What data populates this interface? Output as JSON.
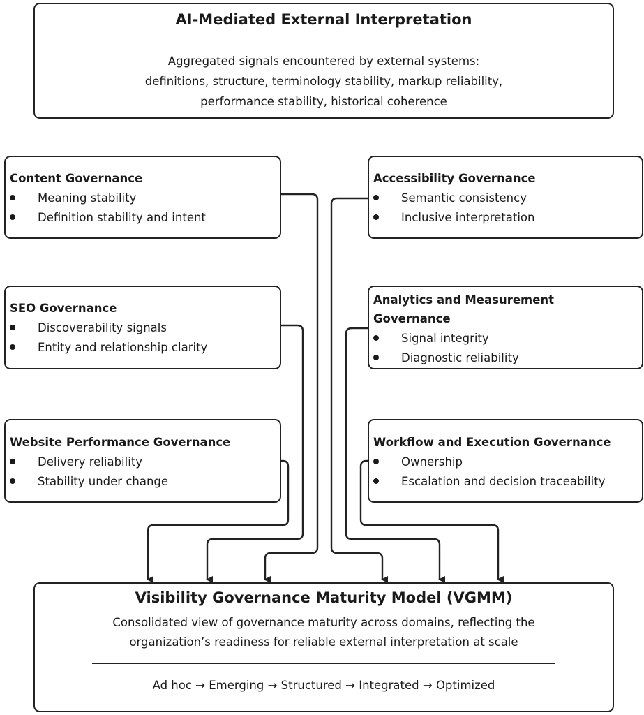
{
  "top": {
    "title": "AI-Mediated External Interpretation",
    "line1": "Aggregated signals encountered by external systems:",
    "line2": "definitions, structure, terminology stability, markup reliability,",
    "line3": "performance stability, historical coherence"
  },
  "left": [
    {
      "title": "Content Governance",
      "items": [
        "Meaning stability",
        "Definition stability and intent"
      ]
    },
    {
      "title": "SEO Governance",
      "items": [
        "Discoverability signals",
        "Entity and relationship clarity"
      ]
    },
    {
      "title": "Website Performance Governance",
      "items": [
        "Delivery reliability",
        "Stability under change"
      ]
    }
  ],
  "right": [
    {
      "title": "Accessibility Governance",
      "items": [
        "Semantic consistency",
        "Inclusive interpretation"
      ]
    },
    {
      "title_line1": "Analytics and Measurement",
      "title_line2": "Governance",
      "items": [
        "Signal integrity",
        "Diagnostic reliability"
      ]
    },
    {
      "title": "Workflow and Execution Governance",
      "items": [
        "Ownership",
        "Escalation and decision traceability"
      ]
    }
  ],
  "bottom": {
    "title": "Visibility Governance Maturity Model (VGMM)",
    "line1": "Consolidated view of governance maturity across domains, reflecting the",
    "line2": "organization’s readiness for reliable external interpretation at scale",
    "stages": "Ad hoc → Emerging → Structured → Integrated → Optimized"
  }
}
